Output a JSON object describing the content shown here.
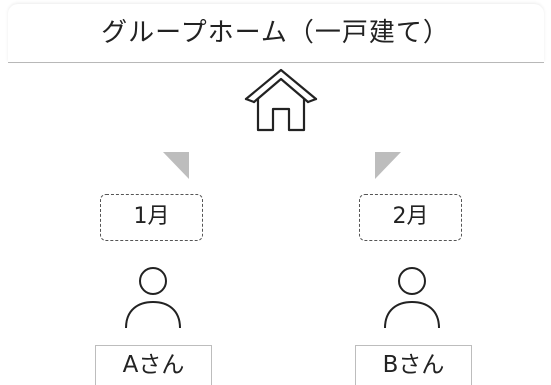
{
  "title": "グループホーム（一戸建て）",
  "icons": {
    "building": "house-icon",
    "person": "person-icon",
    "arrow": "arrow-down-icon"
  },
  "colors": {
    "arrow": "#bdbdbd",
    "stroke": "#222222",
    "dashed_border": "#555555",
    "title_divider": "#b8b8b8"
  },
  "residents": [
    {
      "month": "1月",
      "name": "Aさん"
    },
    {
      "month": "2月",
      "name": "Bさん"
    }
  ]
}
